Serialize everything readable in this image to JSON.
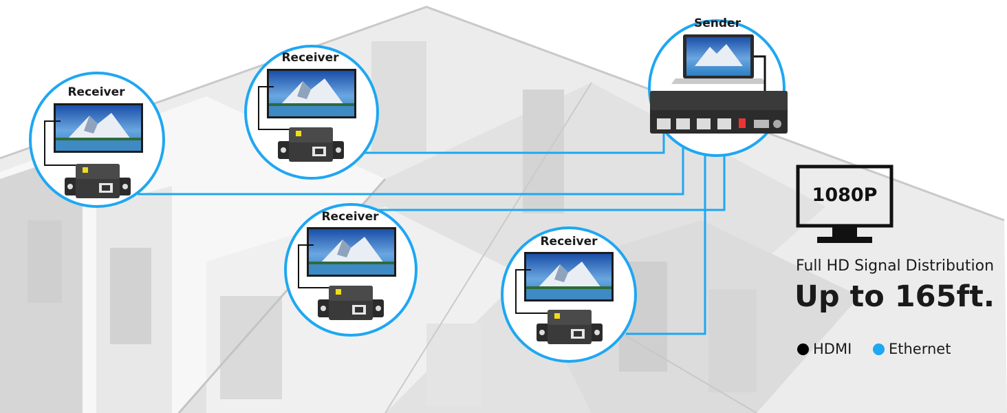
{
  "nodes": {
    "sender": {
      "label": "Sender"
    },
    "receiver_1": {
      "label": "Receiver"
    },
    "receiver_2": {
      "label": "Receiver"
    },
    "receiver_3": {
      "label": "Receiver"
    },
    "receiver_4": {
      "label": "Receiver"
    }
  },
  "badge": {
    "resolution": "1080P"
  },
  "tagline": {
    "subtitle": "Full HD Signal Distribution",
    "headline": "Up to 165ft."
  },
  "legend": [
    {
      "label": "HDMI",
      "color": "#000000"
    },
    {
      "label": "Ethernet",
      "color": "#1ea7f2"
    }
  ],
  "colors": {
    "ethernet": "#1ea7f2",
    "hdmi": "#111111",
    "ring": "#1ea7f2"
  }
}
